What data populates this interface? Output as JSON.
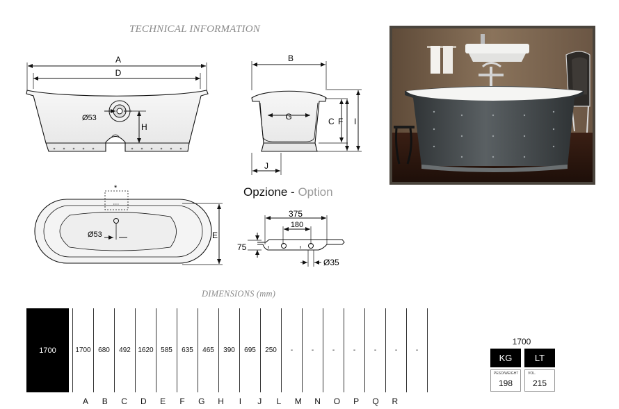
{
  "headings": {
    "technical": "TECHNICAL INFORMATION",
    "option_main": "Opzione - ",
    "option_sub": "Option",
    "dimensions": "DIMENSIONS (mm)"
  },
  "drawing_labels": {
    "A": "A",
    "B": "B",
    "C": "C",
    "D": "D",
    "E": "E",
    "F": "F",
    "G": "G",
    "H": "H",
    "I": "I",
    "J": "J",
    "dia53_front": "Ø53",
    "dia53_top": "Ø53",
    "option_375": "375",
    "option_180": "180",
    "option_75": "75",
    "option_35": "Ø35",
    "asterisk": "*"
  },
  "dimensions_table": {
    "model": "1700",
    "values": [
      "1700",
      "680",
      "492",
      "1620",
      "585",
      "635",
      "465",
      "390",
      "695",
      "250",
      "-",
      "-",
      "-",
      "-",
      "-",
      "-",
      "-"
    ],
    "letters": [
      "A",
      "B",
      "C",
      "D",
      "E",
      "F",
      "G",
      "H",
      "I",
      "J",
      "L",
      "M",
      "N",
      "O",
      "P",
      "Q",
      "R"
    ]
  },
  "weight_volume": {
    "model": "1700",
    "kg_label": "KG",
    "lt_label": "LT",
    "weight_caption": "PESO/WEIGHT",
    "volume_caption": "VOL.",
    "weight_value": "198",
    "volume_value": "215"
  }
}
